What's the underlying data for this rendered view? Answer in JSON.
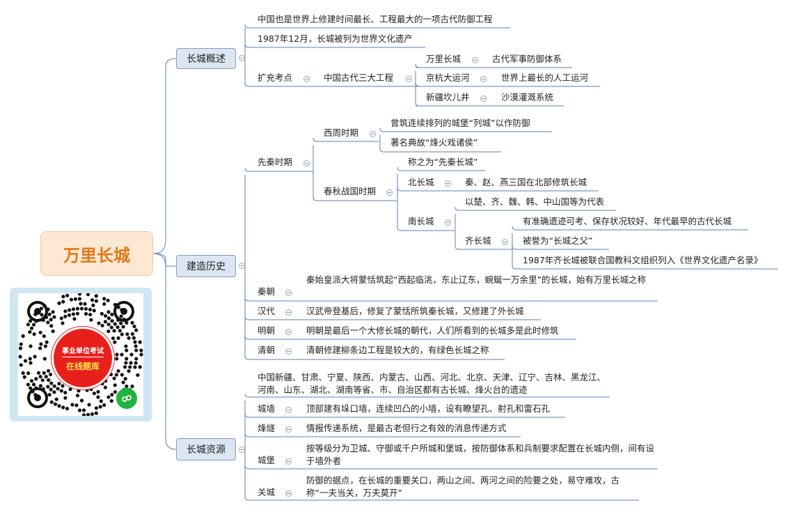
{
  "root": "万里长城",
  "qr": {
    "line1": "事业单位考试",
    "line2": "在线题库"
  },
  "overview": {
    "label": "长城概述",
    "items": [
      "中国也是世界上修建时间最长、工程最大的一项古代防御工程",
      "1987年12月，长城被列为世界文化遗产"
    ],
    "extra": {
      "label": "扩充考点",
      "sub": "中国古代三大工程",
      "projects": [
        {
          "name": "万里长城",
          "desc": "古代军事防御体系"
        },
        {
          "name": "京杭大运河",
          "desc": "世界上最长的人工运河"
        },
        {
          "name": "新疆坎儿井",
          "desc": "沙漠灌溉系统"
        }
      ]
    }
  },
  "history": {
    "label": "建造历史",
    "preqin": {
      "label": "先秦时期",
      "xizhou": {
        "label": "西周时期",
        "items": [
          "曾筑连续排列的城堡“列城”以作防御",
          "著名典故“烽火戏诸侯”"
        ]
      },
      "chunqiu": {
        "label": "春秋战国时期",
        "called": "称之为“先秦长城”",
        "north": {
          "label": "北长城",
          "desc": "秦、赵、燕三国在北部修筑长城"
        },
        "south": {
          "label": "南长城",
          "desc": "以楚、齐、魏、韩、中山国等为代表",
          "qi": {
            "label": "齐长城",
            "items": [
              "有准确遗迹可考、保存状况较好、年代最早的古代长城",
              "被誉为“长城之父”",
              "1987年齐长城被联合国教科文组织列入《世界文化遗产名录》"
            ]
          }
        }
      }
    },
    "dynasties": [
      {
        "name": "秦朝",
        "desc": "秦始皇派大将蒙恬筑起“西起临洮，东止辽东，蜿蜒一万余里”的长城，始有万里长城之称"
      },
      {
        "name": "汉代",
        "desc": "汉武帝登基后，修复了蒙恬所筑秦长城，又修建了外长城"
      },
      {
        "name": "明朝",
        "desc": "明朝是最后一个大修长城的朝代，人们所看到的长城多是此时修筑"
      },
      {
        "name": "清朝",
        "desc": "清朝修建柳条边工程是较大的，有绿色长城之称"
      }
    ]
  },
  "resources": {
    "label": "长城资源",
    "intro": "中国新疆、甘肃、宁夏、陕西、内蒙古、山西、河北、北京、天津、辽宁、吉林、黑龙江、河南、山东、湖北、湖南等省、市、自治区都有古长城、烽火台的遗迹",
    "items": [
      {
        "name": "城墙",
        "desc": "顶部建有垛口墙，连续凹凸的小墙，设有瞭望孔、射孔和雷石孔"
      },
      {
        "name": "烽燧",
        "desc": "情报传递系统，是最古老但行之有效的消息传递方式"
      },
      {
        "name": "城堡",
        "desc": "按等级分为卫城、守御或千户所城和堡城，按防御体系和兵制要求配置在长城内侧，间有设于墙外者"
      },
      {
        "name": "关城",
        "desc": "防御的据点，在长城的重要关口，两山之间、两河之间的险要之处，易守难攻，古称“一夫当关，万夫莫开”"
      }
    ]
  }
}
